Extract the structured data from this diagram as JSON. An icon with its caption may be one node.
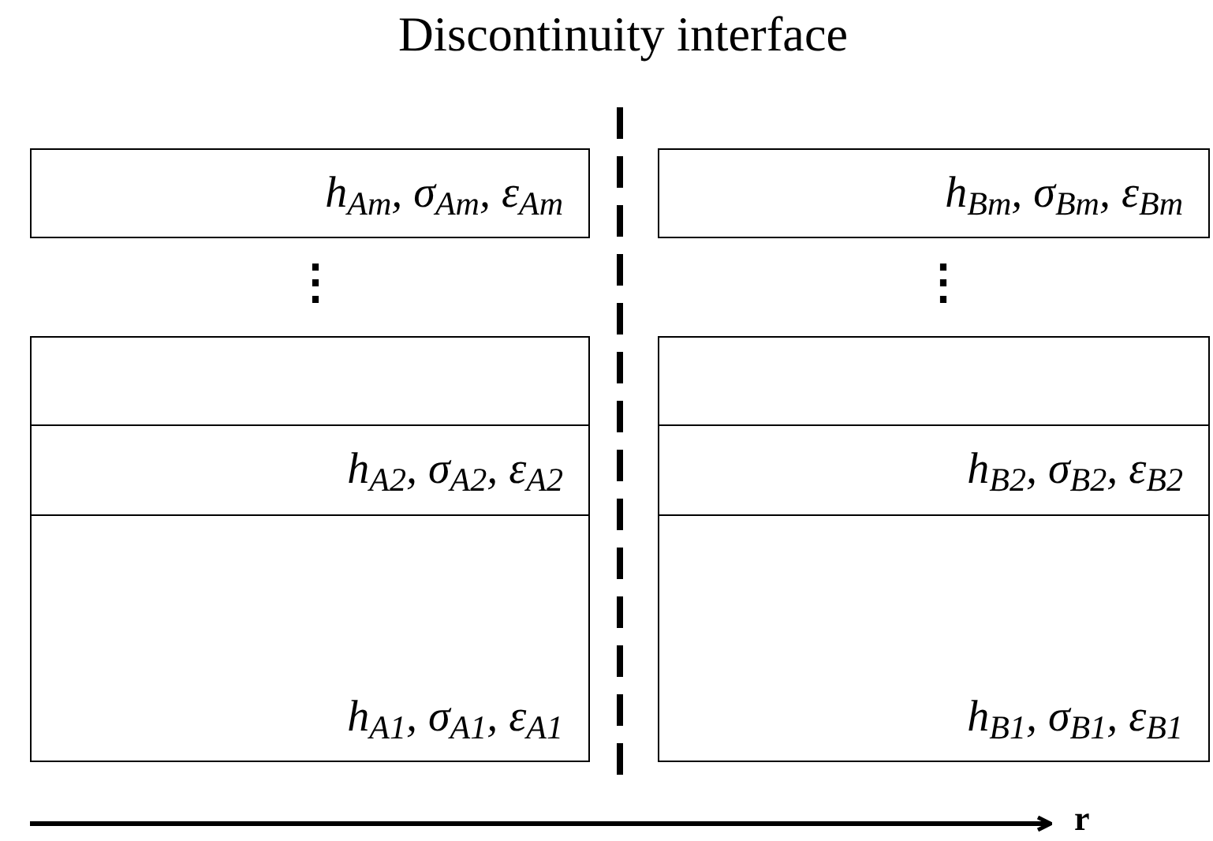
{
  "diagram": {
    "title": "Discontinuity interface",
    "nodes": [
      {
        "text": [
          "h$_{Am}$, σ$_{Am}$, ε$_{Am}$"
        ]
      },
      {
        "text": [],
        "shape": "box"
      },
      {
        "text": [
          "h$_{A2}$, σ$_{A2}$, ε$_{A2}$"
        ]
      },
      {
        "text": [
          "h$_{A1}$, σ$_{A1}$, ε$_{A1}$"
        ]
      },
      {
        "text": [
          "h$_{Bm}$, σ$_{Bm}$, ε$_{Bm}$"
        ]
      },
      {
        "text": [],
        "shape": "box"
      },
      {
        "text": [
          "h$_{B2}$, σ$_{B2}$, ε$_{B2}$"
        ]
      },
      {
        "text": [
          "h$_{B1}$, σ$_{B1}$, ε$_{B1}$"
        ]
      }
    ],
    "edges": [],
    "labels": [
      "⋮",
      "⋮",
      "r"
    ]
  }
}
